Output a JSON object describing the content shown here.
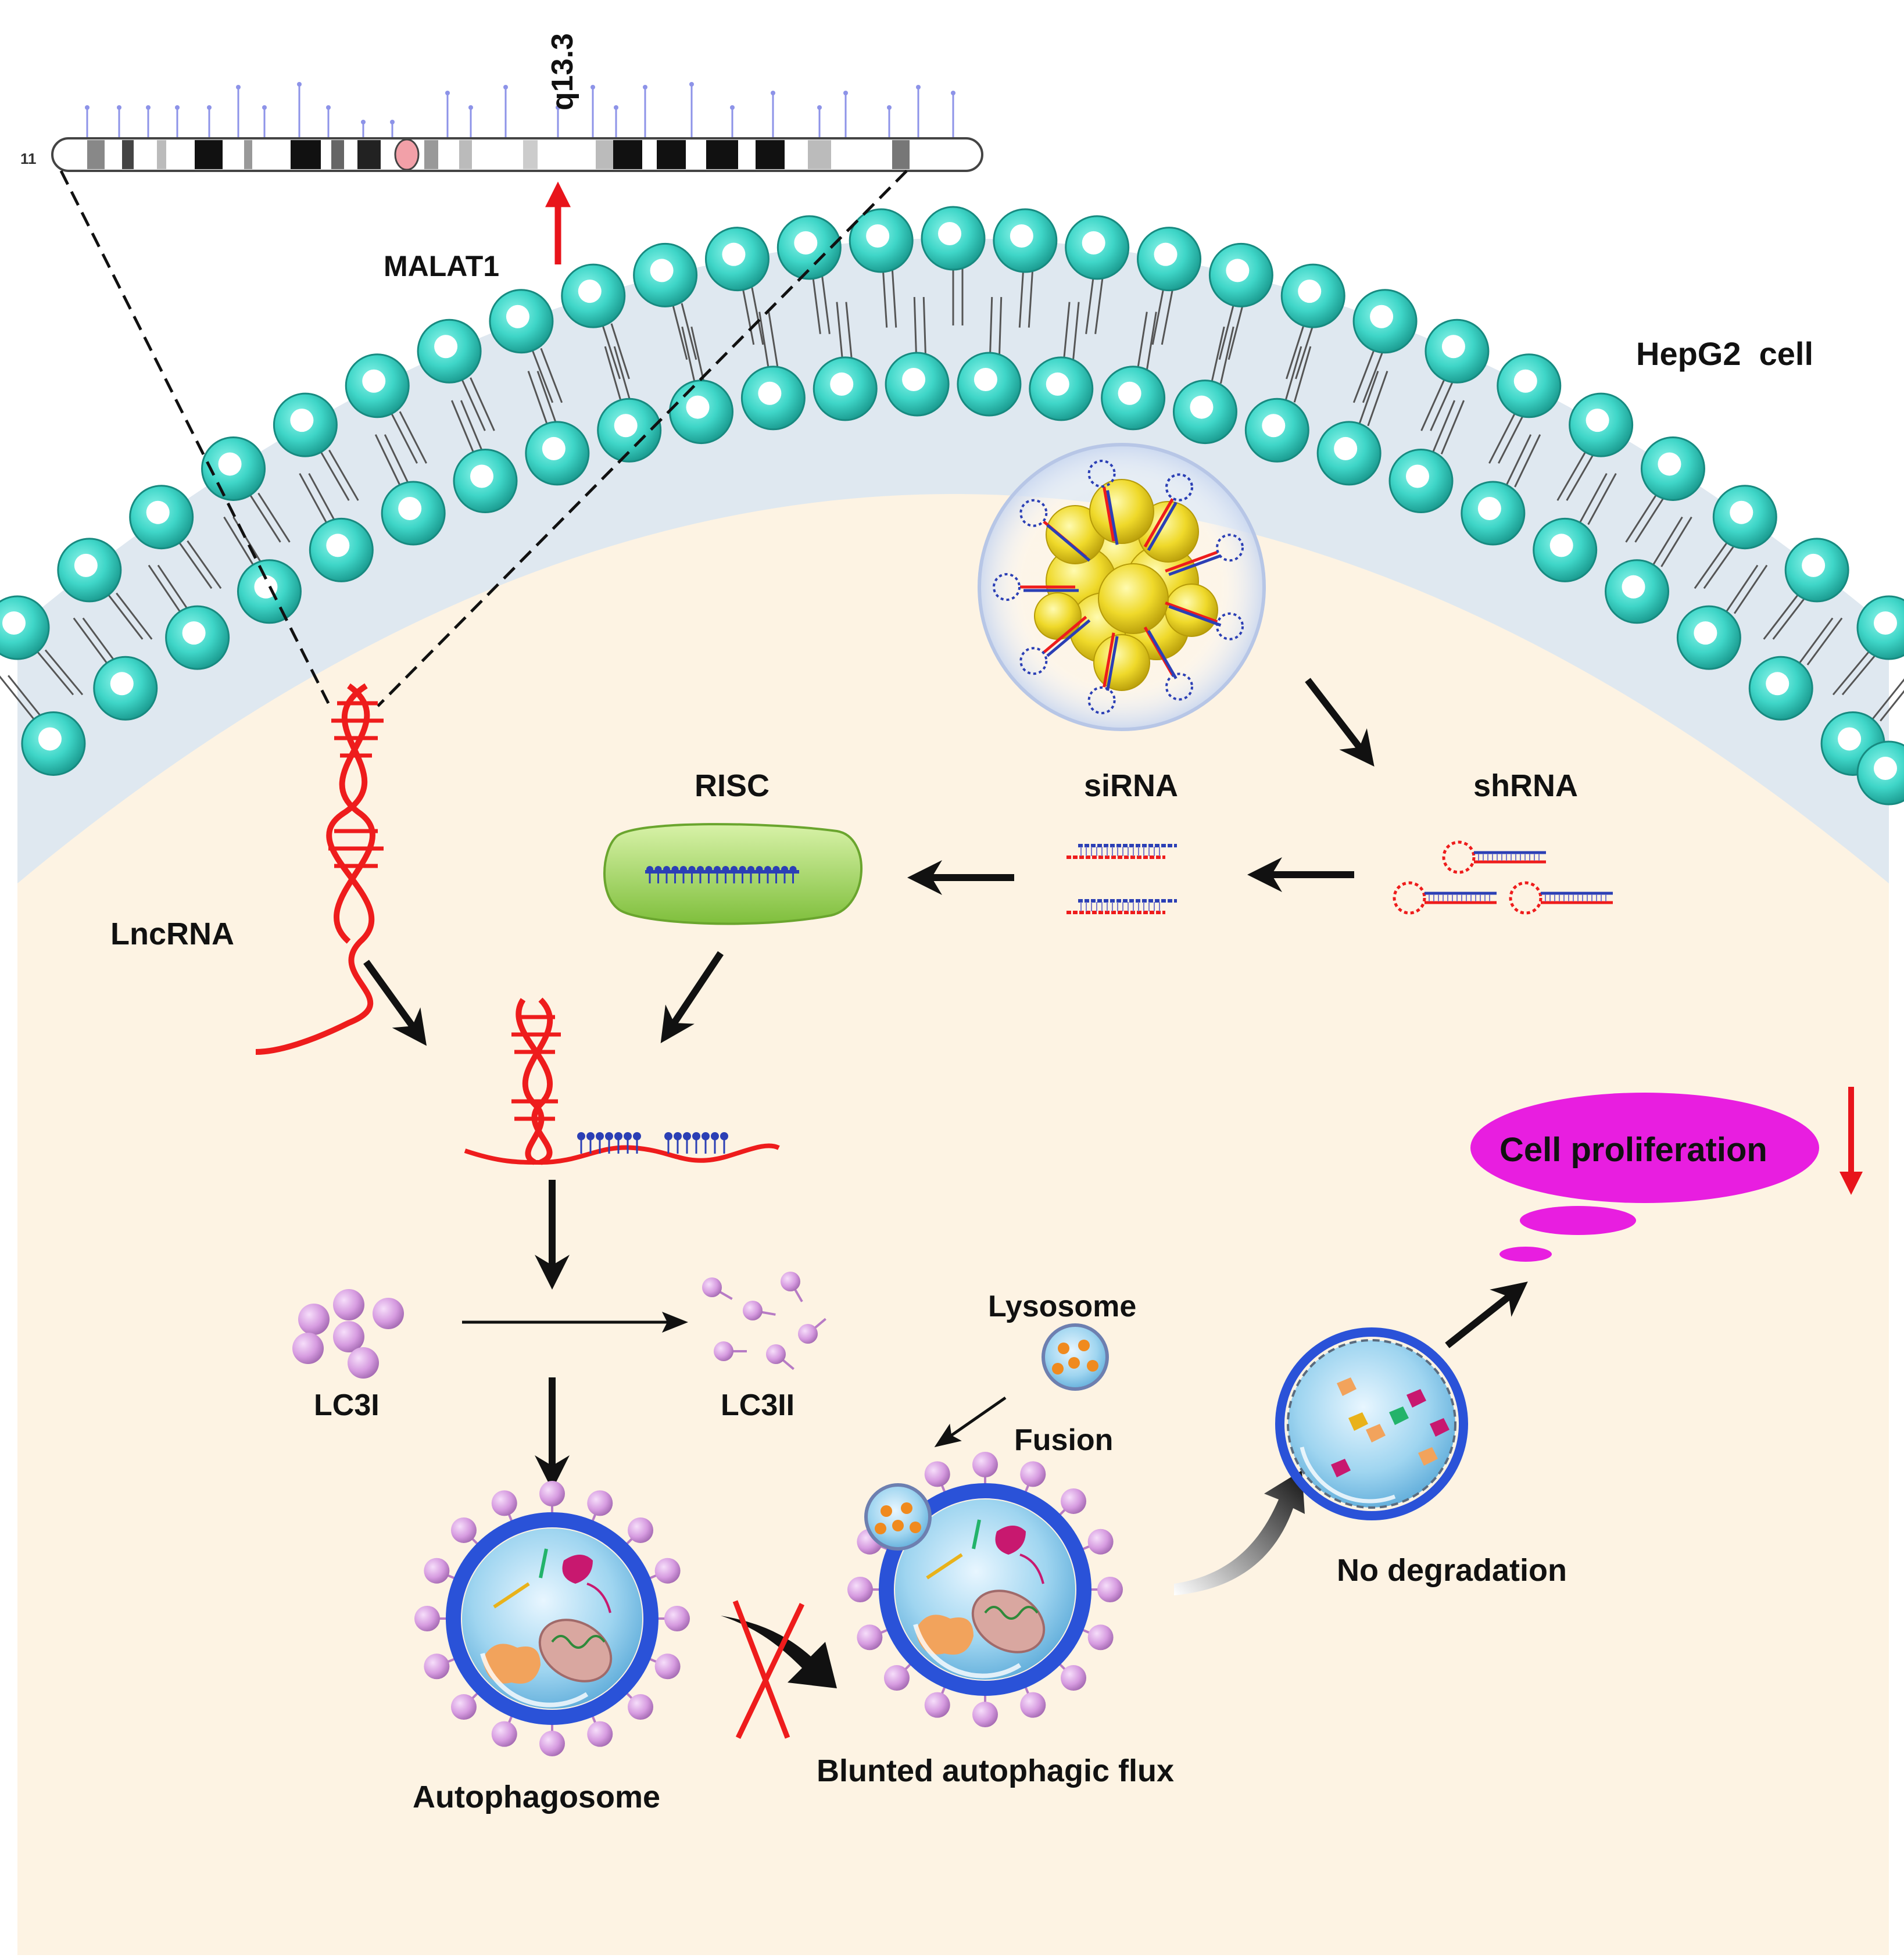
{
  "chromosome": {
    "number": "11",
    "band": "q13.3",
    "gene": "MALAT1"
  },
  "cell": {
    "label": "HepG2  cell"
  },
  "labels": {
    "lncrna": "LncRNA",
    "risc": "RISC",
    "sirna": "siRNA",
    "shrna": "shRNA",
    "lc3i": "LC3I",
    "lc3ii": "LC3II",
    "lysosome": "Lysosome",
    "fusion": "Fusion",
    "autophagosome": "Autophagosome",
    "blunted": "Blunted autophagic flux",
    "no_degradation": "No degradation",
    "cell_proliferation": "Cell proliferation"
  },
  "colors": {
    "lipid_head": "#3fd6c8",
    "membrane_band": "#dde6ee",
    "cytoplasm": "#fdf3e3",
    "rna_red": "#ee1c1c",
    "rna_blue": "#2b3fb5",
    "risc_green": "#9ed35a",
    "nanoparticle": "#f2e23a",
    "vesicle_ring": "#2a52d8",
    "lc3_pink": "#d69be0",
    "proliferation": "#e81ee0",
    "down_arrow": "#e8141b"
  }
}
